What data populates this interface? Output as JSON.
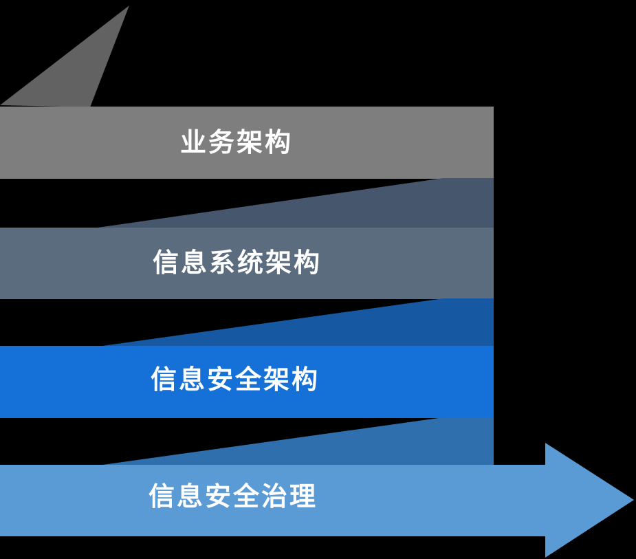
{
  "background_color": "#000000",
  "text_color": "#ffffff",
  "bands": [
    {
      "label": "业务架构",
      "color": "#7e7e7e",
      "fold_color": "#626262"
    },
    {
      "label": "信息系统架构",
      "color": "#5b6c7f",
      "fold_color": "#46566c"
    },
    {
      "label": "信息安全架构",
      "color": "#1571d8",
      "fold_color": "#1659a2"
    },
    {
      "label": "信息安全治理",
      "color": "#5b9bd5",
      "fold_color": "#2f6fae"
    }
  ]
}
